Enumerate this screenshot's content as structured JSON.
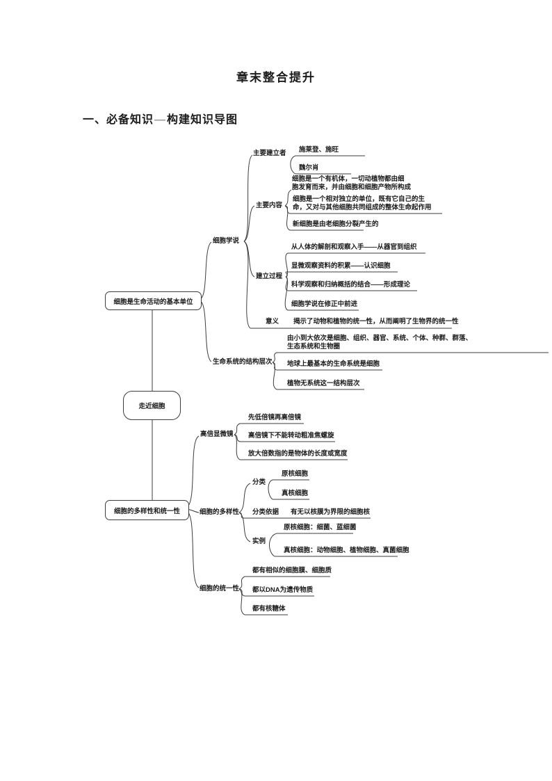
{
  "page": {
    "title": "章末整合提升",
    "heading": {
      "part1": "一、必备知识",
      "dash": "—",
      "part2": "构建知识导图"
    }
  },
  "mindmap": {
    "root": {
      "label": "走近细胞"
    },
    "unit": {
      "label": "细胞是生命活动的基本单位",
      "cell_theory": {
        "label": "细胞学说",
        "founders": {
          "label": "主要建立者",
          "schleiden_schwann": "施莱登、施旺",
          "virchow": "魏尔肖"
        },
        "content": {
          "label": "主要内容",
          "organism": [
            "细胞是一个有机体，一切动植物都由细",
            "胞发育而来，并由细胞和细胞产物所构成"
          ],
          "independent": [
            "细胞是一个相对独立的单位，既有它自己的生",
            "命，又对与其他细胞共同组成的整体生命起作用"
          ],
          "new_cells": "新细胞是由老细胞分裂产生的"
        },
        "process": {
          "label": "建立过程",
          "anatomy": "从人体的解剖和观察入手——从器官到组织",
          "microscopy": "显微观察资料的积累——认识细胞",
          "induction": "科学观察和归纳概括的结合——形成理论",
          "revision": "细胞学说在修正中前进"
        },
        "significance": {
          "label": "意义",
          "text": "揭示了动物和植物的统一性，从而阐明了生物界的统一性"
        }
      },
      "life_system_levels": {
        "label": "生命系统的结构层次",
        "order": [
          "由小到大依次是细胞、组织、器官、系统、个体、种群、群落、",
          "生态系统和生物圈"
        ],
        "basic": "地球上最基本的生命系统是细胞",
        "plant": "植物无系统这一结构层次"
      }
    },
    "diversity_unity": {
      "label": "细胞的多样性和统一性",
      "microscope": {
        "label": "高倍显微镜",
        "low_first": "先低倍镜再高倍镜",
        "coarse_knob": "高倍镜下不能转动粗准焦螺旋",
        "magnification": "放大倍数指的是物体的长度或宽度"
      },
      "diversity": {
        "label": "细胞的多样性",
        "classification": {
          "label": "分类",
          "prokaryote": "原核细胞",
          "eukaryote": "真核细胞"
        },
        "basis": {
          "label": "分类依据",
          "text": "有无以核膜为界限的细胞核"
        },
        "examples": {
          "label": "实例",
          "prokaryote": "原核细胞：细菌、蓝细菌",
          "eukaryote": "真核细胞：动物细胞、植物细胞、真菌细胞"
        }
      },
      "unity": {
        "label": "细胞的统一性",
        "membrane": "都有相似的细胞膜、细胞质",
        "dna": "都以DNA为遗传物质",
        "ribosome": "都有核糖体"
      }
    }
  }
}
